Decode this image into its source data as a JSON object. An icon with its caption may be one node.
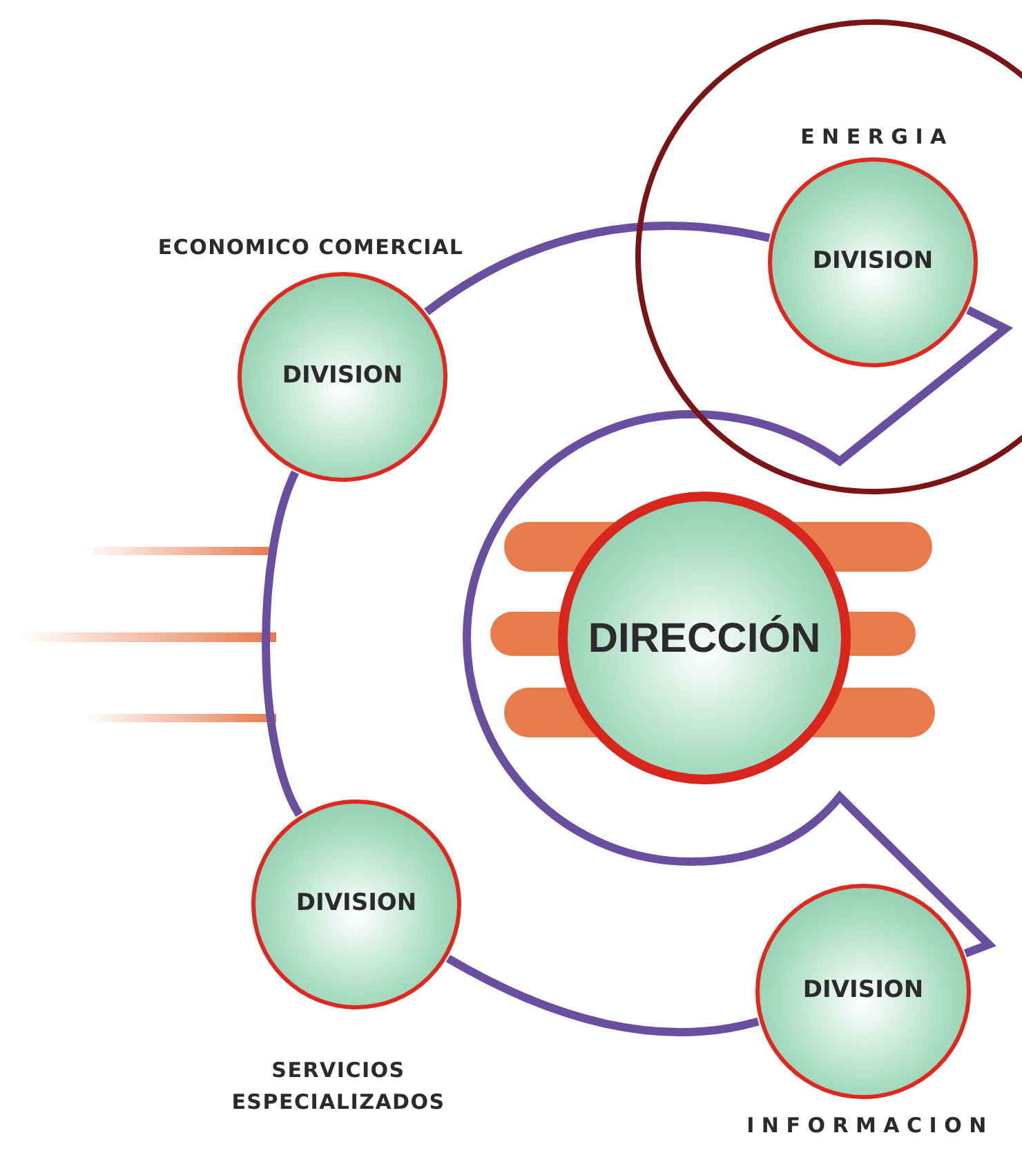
{
  "diagram": {
    "nodes": [
      {
        "text": [
          "DIVISION"
        ],
        "beside": [
          "ECONOMICO COMERCIAL"
        ]
      },
      {
        "text": [
          "DIVISION"
        ],
        "beside": [
          "ENERGIA"
        ]
      },
      {
        "text": [
          "DIRECCIÓN"
        ]
      },
      {
        "text": [
          "DIVISION"
        ],
        "beside": [
          "SERVICIOS ESPECIALIZADOS"
        ]
      },
      {
        "text": [
          "DIVISION"
        ],
        "beside": [
          "INFORMACION"
        ]
      }
    ],
    "edges": [
      {
        "from": 0,
        "to": 1,
        "arrow": "none"
      },
      {
        "from": 1,
        "to": 4,
        "arrow": "none"
      },
      {
        "from": 4,
        "to": 3,
        "arrow": "none"
      },
      {
        "from": 3,
        "to": 0,
        "arrow": "none"
      }
    ]
  }
}
